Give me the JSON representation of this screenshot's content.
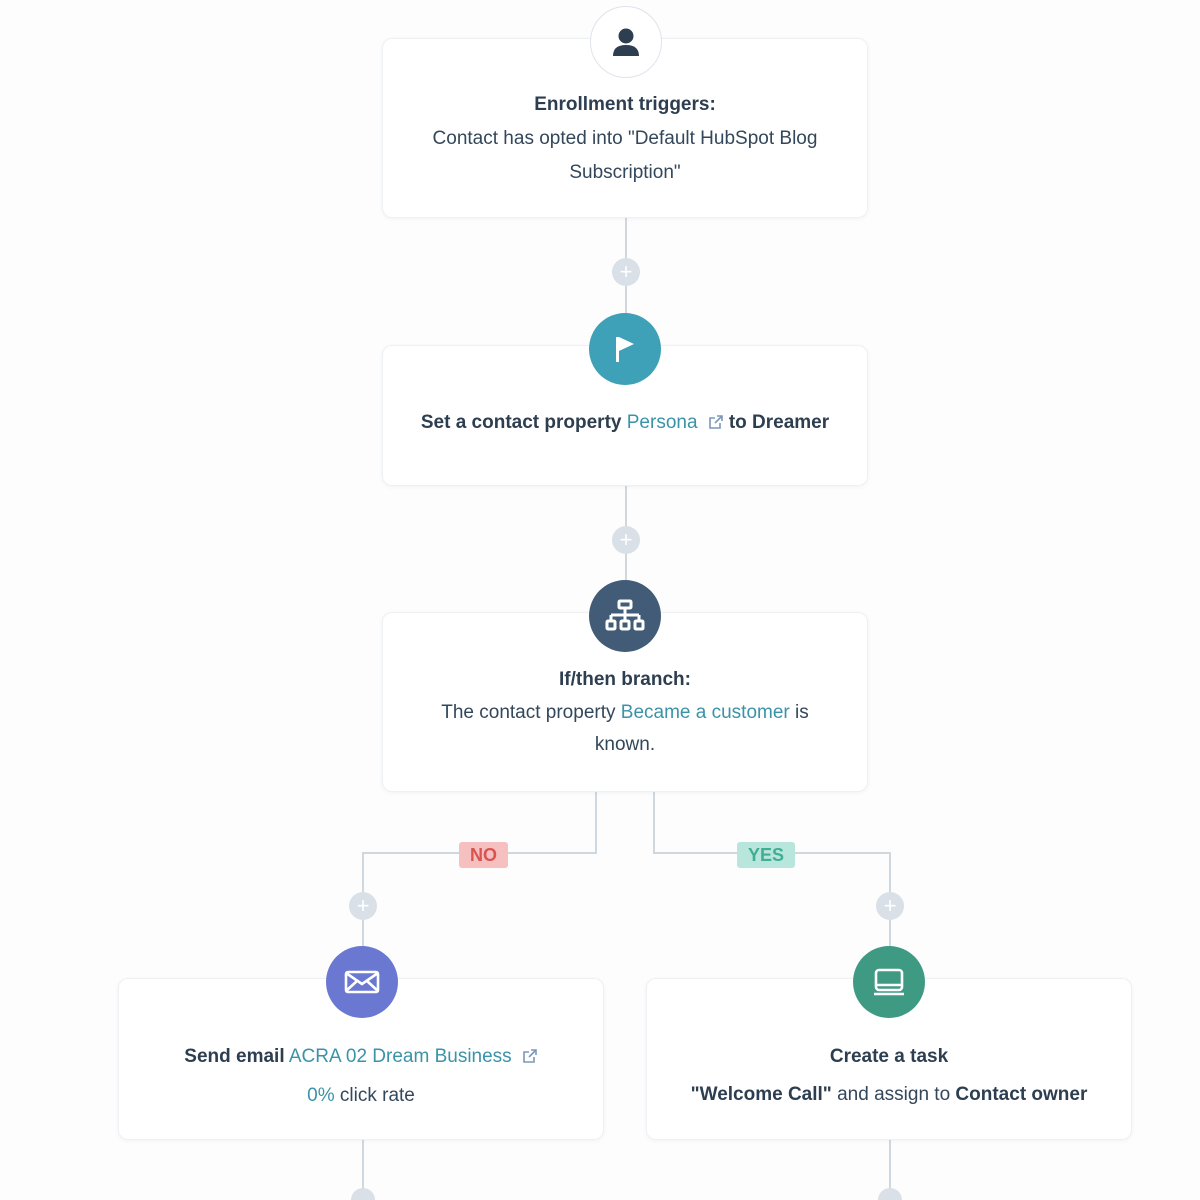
{
  "colors": {
    "connector": "#cfd7df",
    "trigger_icon": "#ffffff",
    "property_icon": "#3ea1b8",
    "branch_icon": "#425b76",
    "email_icon": "#6a78d1",
    "task_icon": "#3f9a84",
    "link": "#3a93a8",
    "no_badge": "#f6c0c0",
    "yes_badge": "#b8e6dc"
  },
  "icons": {
    "trigger": "person-icon",
    "property": "flag-icon",
    "branch": "branch-icon",
    "email": "envelope-icon",
    "task": "task-icon",
    "external": "external-link-icon",
    "add": "plus-icon"
  },
  "add_action_symbol": "+",
  "enrollment": {
    "title": "Enrollment triggers:",
    "line1": "Contact has opted into \"Default HubSpot Blog",
    "line2": "Subscription\""
  },
  "set_property": {
    "prefix": "Set a contact property",
    "property": "Persona",
    "suffix": "to Dreamer"
  },
  "branch": {
    "title": "If/then branch:",
    "prefix": "The contact property",
    "property": "Became a customer",
    "suffix": "is",
    "line2": "known."
  },
  "branch_labels": {
    "no": "NO",
    "yes": "YES"
  },
  "send_email": {
    "prefix": "Send email",
    "email_name": "ACRA 02 Dream Business",
    "stat_value": "0%",
    "stat_label": "click rate"
  },
  "create_task": {
    "title": "Create a task",
    "task_name": "\"Welcome Call\"",
    "middle": "and assign to",
    "assignee": "Contact owner"
  }
}
